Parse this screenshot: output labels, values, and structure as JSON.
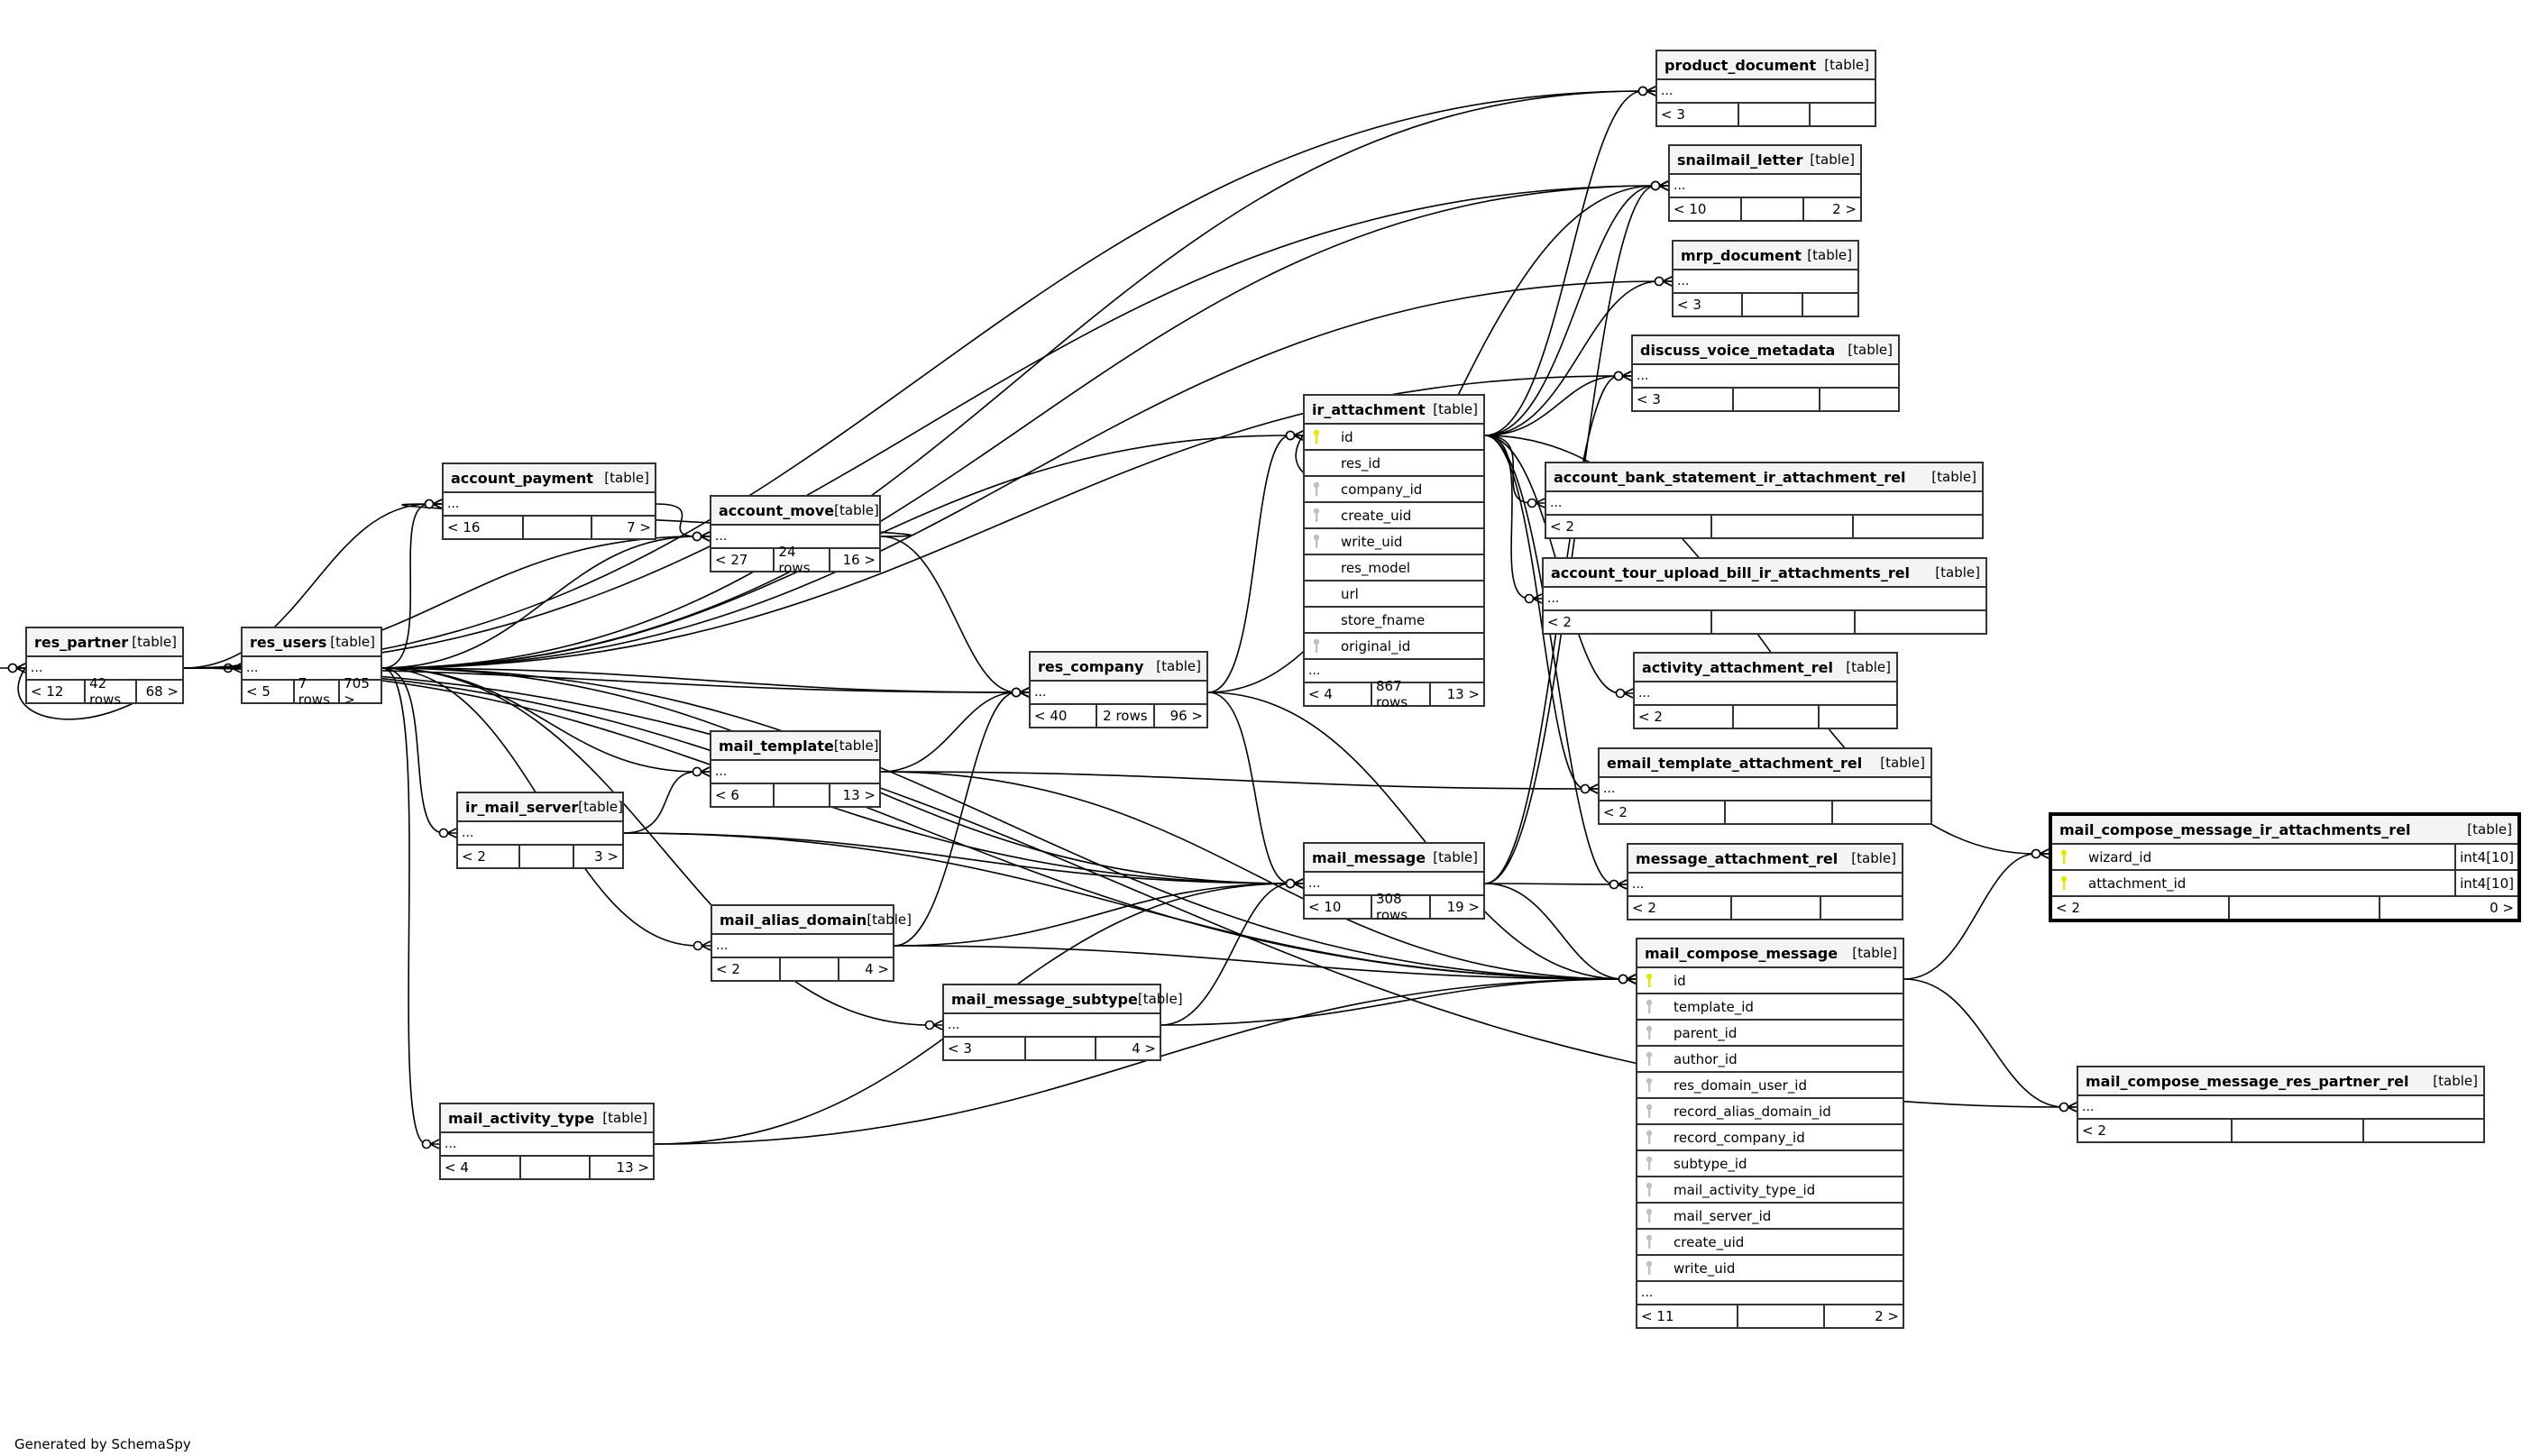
{
  "diagram": {
    "footer": "Generated by SchemaSpy",
    "type_label": "[table]",
    "ellipsis": "...",
    "colors": {
      "primary_key": "#e6e600",
      "foreign_key": "#c0c0c0",
      "header_bg": "#f4f4f4",
      "border": "#333333"
    }
  },
  "tables": {
    "res_partner": {
      "name": "res_partner",
      "parents": "< 12",
      "rows": "42 rows",
      "children": "68 >"
    },
    "res_users": {
      "name": "res_users",
      "parents": "< 5",
      "rows": "7 rows",
      "children": "705 >"
    },
    "account_payment": {
      "name": "account_payment",
      "parents": "< 16",
      "rows": "",
      "children": "7 >"
    },
    "account_move": {
      "name": "account_move",
      "parents": "< 27",
      "rows": "24 rows",
      "children": "16 >"
    },
    "ir_mail_server": {
      "name": "ir_mail_server",
      "parents": "< 2",
      "rows": "",
      "children": "3 >"
    },
    "mail_template": {
      "name": "mail_template",
      "parents": "< 6",
      "rows": "",
      "children": "13 >"
    },
    "mail_alias_domain": {
      "name": "mail_alias_domain",
      "parents": "< 2",
      "rows": "",
      "children": "4 >"
    },
    "mail_message_subtype": {
      "name": "mail_message_subtype",
      "parents": "< 3",
      "rows": "",
      "children": "4 >"
    },
    "mail_activity_type": {
      "name": "mail_activity_type",
      "parents": "< 4",
      "rows": "",
      "children": "13 >"
    },
    "res_company": {
      "name": "res_company",
      "parents": "< 40",
      "rows": "2 rows",
      "children": "96 >"
    },
    "mail_message": {
      "name": "mail_message",
      "parents": "< 10",
      "rows": "308 rows",
      "children": "19 >"
    },
    "ir_attachment": {
      "name": "ir_attachment",
      "parents": "< 4",
      "rows": "867 rows",
      "children": "13 >",
      "columns": [
        {
          "name": "id",
          "key": "pk"
        },
        {
          "name": "res_id",
          "key": ""
        },
        {
          "name": "company_id",
          "key": "fk"
        },
        {
          "name": "create_uid",
          "key": "fk"
        },
        {
          "name": "write_uid",
          "key": "fk"
        },
        {
          "name": "res_model",
          "key": ""
        },
        {
          "name": "url",
          "key": ""
        },
        {
          "name": "store_fname",
          "key": ""
        },
        {
          "name": "original_id",
          "key": "fk"
        }
      ]
    },
    "product_document": {
      "name": "product_document",
      "parents": "< 3",
      "rows": "",
      "children": ""
    },
    "snailmail_letter": {
      "name": "snailmail_letter",
      "parents": "< 10",
      "rows": "",
      "children": "2 >"
    },
    "mrp_document": {
      "name": "mrp_document",
      "parents": "< 3",
      "rows": "",
      "children": ""
    },
    "discuss_voice_metadata": {
      "name": "discuss_voice_metadata",
      "parents": "< 3",
      "rows": "",
      "children": ""
    },
    "account_bank_statement_ir_attachment_rel": {
      "name": "account_bank_statement_ir_attachment_rel",
      "parents": "< 2",
      "rows": "",
      "children": ""
    },
    "account_tour_upload_bill_ir_attachments_rel": {
      "name": "account_tour_upload_bill_ir_attachments_rel",
      "parents": "< 2",
      "rows": "",
      "children": ""
    },
    "activity_attachment_rel": {
      "name": "activity_attachment_rel",
      "parents": "< 2",
      "rows": "",
      "children": ""
    },
    "email_template_attachment_rel": {
      "name": "email_template_attachment_rel",
      "parents": "< 2",
      "rows": "",
      "children": ""
    },
    "message_attachment_rel": {
      "name": "message_attachment_rel",
      "parents": "< 2",
      "rows": "",
      "children": ""
    },
    "mail_compose_message": {
      "name": "mail_compose_message",
      "parents": "< 11",
      "rows": "",
      "children": "2 >",
      "columns": [
        {
          "name": "id",
          "key": "pk"
        },
        {
          "name": "template_id",
          "key": "fk"
        },
        {
          "name": "parent_id",
          "key": "fk"
        },
        {
          "name": "author_id",
          "key": "fk"
        },
        {
          "name": "res_domain_user_id",
          "key": "fk"
        },
        {
          "name": "record_alias_domain_id",
          "key": "fk"
        },
        {
          "name": "record_company_id",
          "key": "fk"
        },
        {
          "name": "subtype_id",
          "key": "fk"
        },
        {
          "name": "mail_activity_type_id",
          "key": "fk"
        },
        {
          "name": "mail_server_id",
          "key": "fk"
        },
        {
          "name": "create_uid",
          "key": "fk"
        },
        {
          "name": "write_uid",
          "key": "fk"
        }
      ]
    },
    "mail_compose_message_ir_attachments_rel": {
      "name": "mail_compose_message_ir_attachments_rel",
      "parents": "< 2",
      "rows": "",
      "children": "0 >",
      "columns": [
        {
          "name": "wizard_id",
          "key": "pk",
          "type": "int4[10]"
        },
        {
          "name": "attachment_id",
          "key": "pk",
          "type": "int4[10]"
        }
      ]
    },
    "mail_compose_message_res_partner_rel": {
      "name": "mail_compose_message_res_partner_rel",
      "parents": "< 2",
      "rows": "",
      "children": ""
    }
  },
  "relationships": [
    [
      "res_partner",
      "res_users"
    ],
    [
      "res_partner",
      "res_partner"
    ],
    [
      "res_partner",
      "account_payment"
    ],
    [
      "res_partner",
      "account_move"
    ],
    [
      "res_partner",
      "res_company"
    ],
    [
      "res_partner",
      "mail_message"
    ],
    [
      "res_partner",
      "mail_compose_message"
    ],
    [
      "res_partner",
      "mail_compose_message_res_partner_rel"
    ],
    [
      "res_partner",
      "product_document"
    ],
    [
      "res_partner",
      "snailmail_letter"
    ],
    [
      "res_users",
      "res_partner"
    ],
    [
      "res_users",
      "account_payment"
    ],
    [
      "res_users",
      "account_move"
    ],
    [
      "res_users",
      "res_company"
    ],
    [
      "res_users",
      "mail_template"
    ],
    [
      "res_users",
      "ir_mail_server"
    ],
    [
      "res_users",
      "mail_alias_domain"
    ],
    [
      "res_users",
      "mail_message_subtype"
    ],
    [
      "res_users",
      "mail_activity_type"
    ],
    [
      "res_users",
      "mail_message"
    ],
    [
      "res_users",
      "ir_attachment"
    ],
    [
      "res_users",
      "mail_compose_message"
    ],
    [
      "res_users",
      "product_document"
    ],
    [
      "res_users",
      "snailmail_letter"
    ],
    [
      "res_users",
      "mrp_document"
    ],
    [
      "res_users",
      "discuss_voice_metadata"
    ],
    [
      "account_payment",
      "account_move"
    ],
    [
      "account_move",
      "account_payment"
    ],
    [
      "account_move",
      "res_company"
    ],
    [
      "ir_mail_server",
      "mail_template"
    ],
    [
      "ir_mail_server",
      "mail_message"
    ],
    [
      "ir_mail_server",
      "mail_compose_message"
    ],
    [
      "mail_template",
      "res_company"
    ],
    [
      "mail_template",
      "email_template_attachment_rel"
    ],
    [
      "mail_template",
      "mail_compose_message"
    ],
    [
      "mail_alias_domain",
      "res_company"
    ],
    [
      "mail_alias_domain",
      "mail_message"
    ],
    [
      "mail_alias_domain",
      "mail_compose_message"
    ],
    [
      "mail_message_subtype",
      "mail_message"
    ],
    [
      "mail_message_subtype",
      "mail_compose_message"
    ],
    [
      "mail_activity_type",
      "mail_message"
    ],
    [
      "mail_activity_type",
      "mail_compose_message"
    ],
    [
      "res_company",
      "ir_attachment"
    ],
    [
      "res_company",
      "mail_message"
    ],
    [
      "res_company",
      "mail_compose_message"
    ],
    [
      "res_company",
      "snailmail_letter"
    ],
    [
      "mail_message",
      "message_attachment_rel"
    ],
    [
      "mail_message",
      "mail_compose_message"
    ],
    [
      "mail_message",
      "snailmail_letter"
    ],
    [
      "mail_message",
      "discuss_voice_metadata"
    ],
    [
      "ir_attachment",
      "ir_attachment"
    ],
    [
      "ir_attachment",
      "product_document"
    ],
    [
      "ir_attachment",
      "snailmail_letter"
    ],
    [
      "ir_attachment",
      "mrp_document"
    ],
    [
      "ir_attachment",
      "discuss_voice_metadata"
    ],
    [
      "ir_attachment",
      "account_bank_statement_ir_attachment_rel"
    ],
    [
      "ir_attachment",
      "account_tour_upload_bill_ir_attachments_rel"
    ],
    [
      "ir_attachment",
      "activity_attachment_rel"
    ],
    [
      "ir_attachment",
      "email_template_attachment_rel"
    ],
    [
      "ir_attachment",
      "message_attachment_rel"
    ],
    [
      "ir_attachment",
      "mail_compose_message_ir_attachments_rel"
    ],
    [
      "mail_compose_message",
      "mail_compose_message_ir_attachments_rel"
    ],
    [
      "mail_compose_message",
      "mail_compose_message_res_partner_rel"
    ]
  ]
}
